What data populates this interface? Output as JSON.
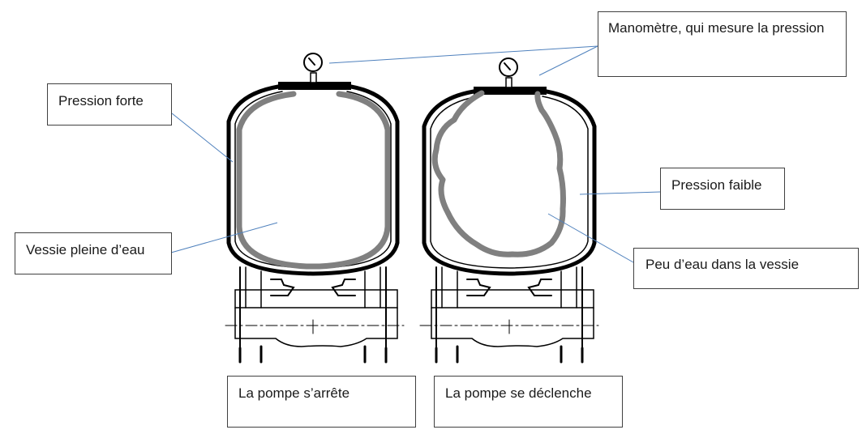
{
  "labels": {
    "manometer": "Manomètre, qui mesure la pression",
    "high_pressure": "Pression forte",
    "bladder_full": "Vessie pleine d’eau",
    "low_pressure": "Pression faible",
    "bladder_low": "Peu d’eau dans la vessie",
    "pump_stops": "La pompe s’arrête",
    "pump_starts": "La pompe se déclenche"
  },
  "colors": {
    "outline": "#000000",
    "bladder": "#808080",
    "leader_line": "#4f81bd",
    "box_border": "#404040"
  }
}
